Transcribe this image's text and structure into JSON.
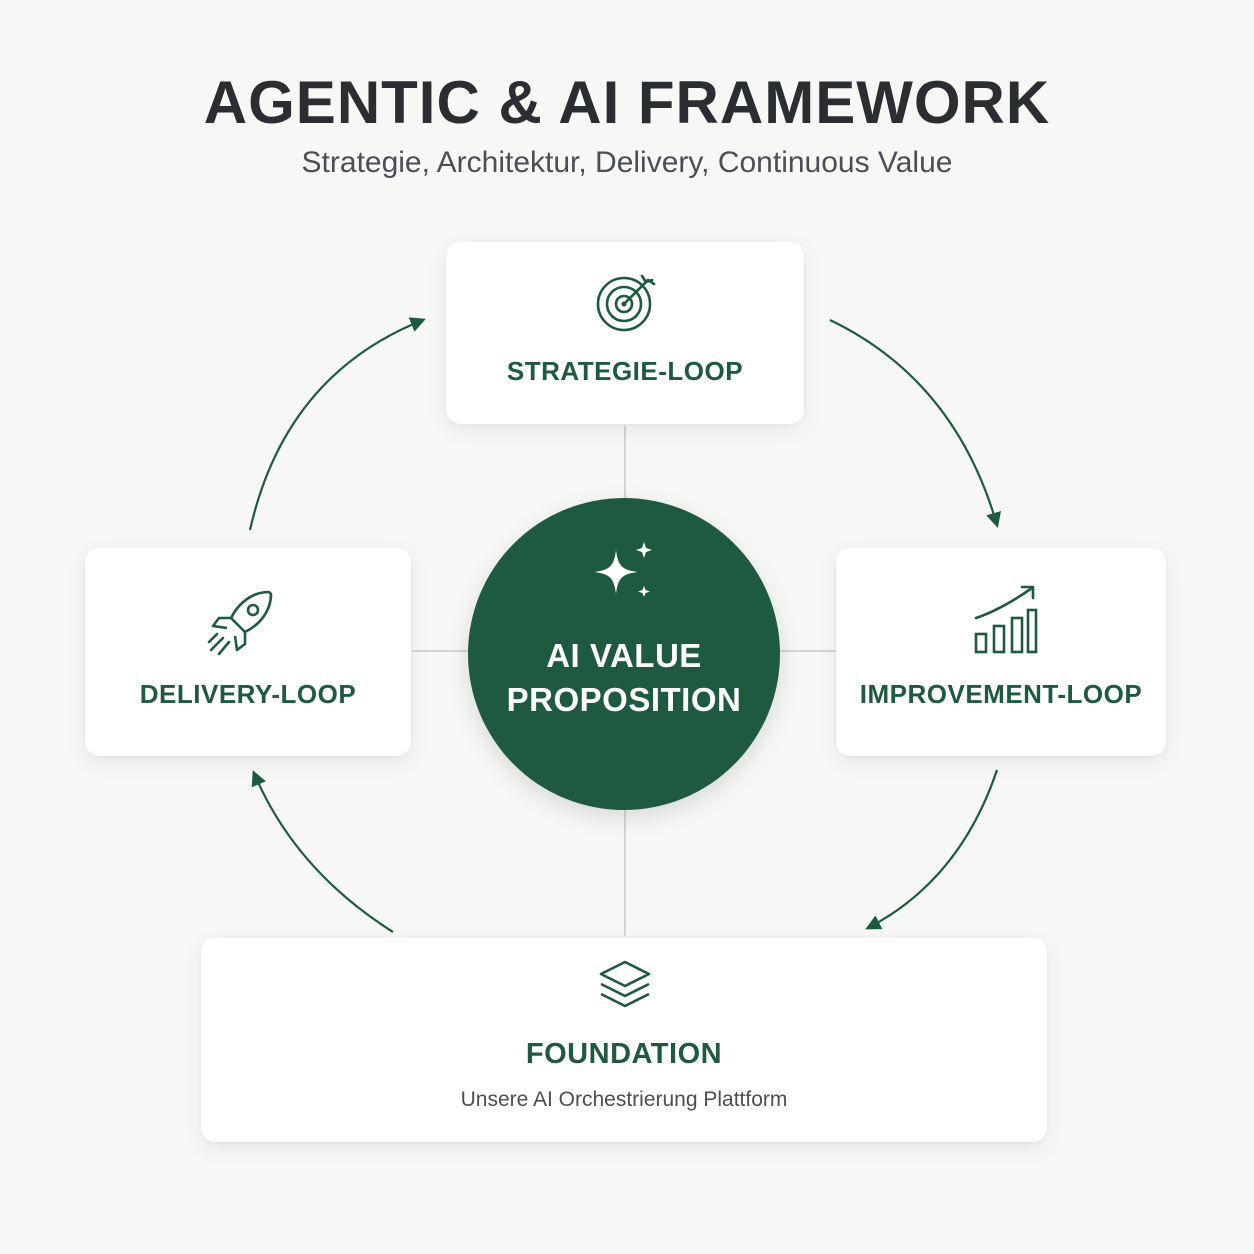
{
  "header": {
    "title": "AGENTIC & AI FRAMEWORK",
    "subtitle": "Strategie, Architektur, Delivery, Continuous Value"
  },
  "center": {
    "icon": "sparkle-icon",
    "label_line1": "AI VALUE",
    "label_line2": "PROPOSITION"
  },
  "nodes": {
    "strategie": {
      "icon": "target-icon",
      "label": "STRATEGIE-LOOP"
    },
    "improvement": {
      "icon": "growth-chart-icon",
      "label": "IMPROVEMENT-LOOP"
    },
    "delivery": {
      "icon": "rocket-icon",
      "label": "DELIVERY-LOOP"
    },
    "foundation": {
      "icon": "layers-icon",
      "label": "FOUNDATION",
      "description": "Unsere AI Orchestrierung Plattform"
    }
  },
  "colors": {
    "accent": "#1d5a40",
    "accent_text": "#1e5a40",
    "background": "#f7f7f5",
    "card": "#ffffff",
    "title_text": "#2a2e33",
    "muted_text": "#4a4f55"
  }
}
